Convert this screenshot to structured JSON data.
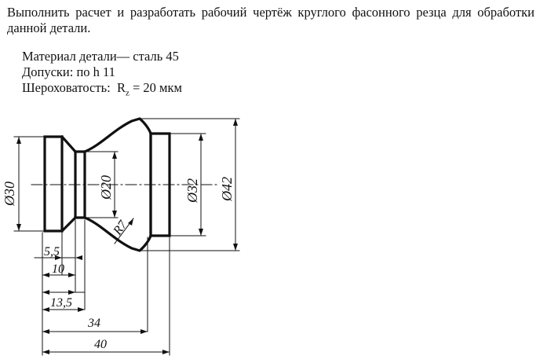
{
  "task": {
    "text": "Выполнить расчет и разработать рабочий чертёж круглого фасонного резца для обработки данной детали."
  },
  "specs": {
    "material": "Материал детали— сталь 45",
    "tolerance": "Допуски: по h 11",
    "roughness_label": "Шероховатость:",
    "roughness_symbol": "R",
    "roughness_subscript": "z",
    "roughness_value": "= 20 мкм"
  },
  "dimensions": {
    "d30": "Ø30",
    "d20": "Ø20",
    "d32": "Ø32",
    "d42": "Ø42",
    "r7": "R7",
    "l5_5": "5,5",
    "l10": "10",
    "l13_5": "13,5",
    "l34": "34",
    "l40": "40"
  },
  "colors": {
    "ink": "#111111",
    "paper": "#ffffff"
  }
}
